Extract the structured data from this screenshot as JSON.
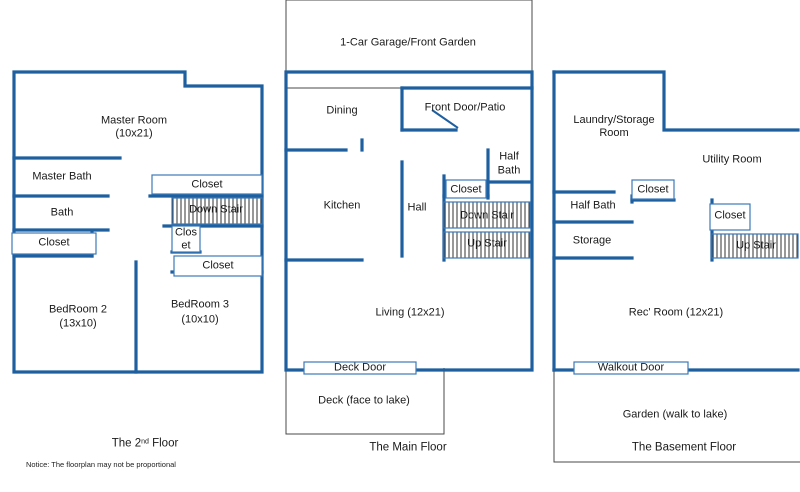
{
  "colors": {
    "wall": "#1e5fa0",
    "thin": "#3c7ab8",
    "text": "#1a1a1a",
    "background": "#ffffff"
  },
  "floors": {
    "second": {
      "title_pre": "The 2",
      "title_sup": "nd",
      "title_post": " Floor",
      "rooms": {
        "master_room": "Master Room",
        "master_room_size": "(10x21)",
        "master_bath": "Master Bath",
        "bath": "Bath",
        "closet_left": "Closet",
        "closet_top": "Closet",
        "down_stair": "Down Stair",
        "closet_small_1": "Clos",
        "closet_small_2": "et",
        "closet_bottom": "Closet",
        "bedroom2": "BedRoom 2",
        "bedroom2_size": "(13x10)",
        "bedroom3": "BedRoom 3",
        "bedroom3_size": "(10x10)"
      }
    },
    "main": {
      "title": "The Main Floor",
      "rooms": {
        "garage": "1-Car Garage/Front Garden",
        "dining": "Dining",
        "front_door": "Front Door/Patio",
        "kitchen": "Kitchen",
        "hall": "Hall",
        "half_bath_1": "Half",
        "half_bath_2": "Bath",
        "closet": "Closet",
        "down_stair": "Down Stair",
        "up_stair": "Up Stair",
        "living": "Living (12x21)",
        "deck_door": "Deck Door",
        "deck": "Deck (face to lake)"
      }
    },
    "basement": {
      "title": "The Basement Floor",
      "rooms": {
        "laundry": "Laundry/Storage Room",
        "utility": "Utility Room",
        "closet_1": "Closet",
        "half_bath": "Half Bath",
        "closet_2": "Closet",
        "storage": "Storage",
        "up_stair": "Up Stair",
        "rec_room": "Rec' Room (12x21)",
        "walkout_door": "Walkout Door",
        "garden": "Garden (walk to lake)"
      }
    }
  },
  "notice": "Notice: The floorplan may not be proportional"
}
